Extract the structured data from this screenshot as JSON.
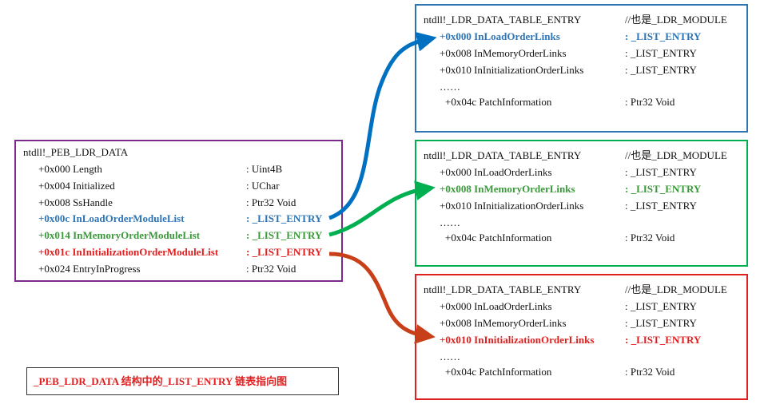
{
  "colors": {
    "purple": "#7b2a8b",
    "blue": "#2e75b6",
    "green": "#00b050",
    "red": "#e02020",
    "red_arrow": "#c8401a"
  },
  "peb": {
    "title": "ntdll!_PEB_LDR_DATA",
    "rows": [
      {
        "offset": "+0x000 Length",
        "type": ": Uint4B"
      },
      {
        "offset": "+0x004 Initialized",
        "type": ": UChar"
      },
      {
        "offset": "+0x008 SsHandle",
        "type": ": Ptr32 Void"
      },
      {
        "offset": "+0x00c InLoadOrderModuleList",
        "type": ": _LIST_ENTRY"
      },
      {
        "offset": "+0x014 InMemoryOrderModuleList",
        "type": ": _LIST_ENTRY"
      },
      {
        "offset": "+0x01c InInitializationOrderModuleList",
        "type": ": _LIST_ENTRY"
      },
      {
        "offset": "+0x024 EntryInProgress",
        "type": ": Ptr32 Void"
      }
    ]
  },
  "ldr": {
    "title": "ntdll!_LDR_DATA_TABLE_ENTRY",
    "comment": "//也是_LDR_MODULE",
    "rows": [
      {
        "offset": "+0x000 InLoadOrderLinks",
        "type": ": _LIST_ENTRY"
      },
      {
        "offset": "+0x008 InMemoryOrderLinks",
        "type": ": _LIST_ENTRY"
      },
      {
        "offset": "+0x010 InInitializationOrderLinks",
        "type": ": _LIST_ENTRY"
      }
    ],
    "ellipsis": "……",
    "patch": {
      "offset": "+0x04c PatchInformation",
      "type": ": Ptr32 Void"
    }
  },
  "caption": "_PEB_LDR_DATA 结构中的_LIST_ENTRY 链表指向图"
}
